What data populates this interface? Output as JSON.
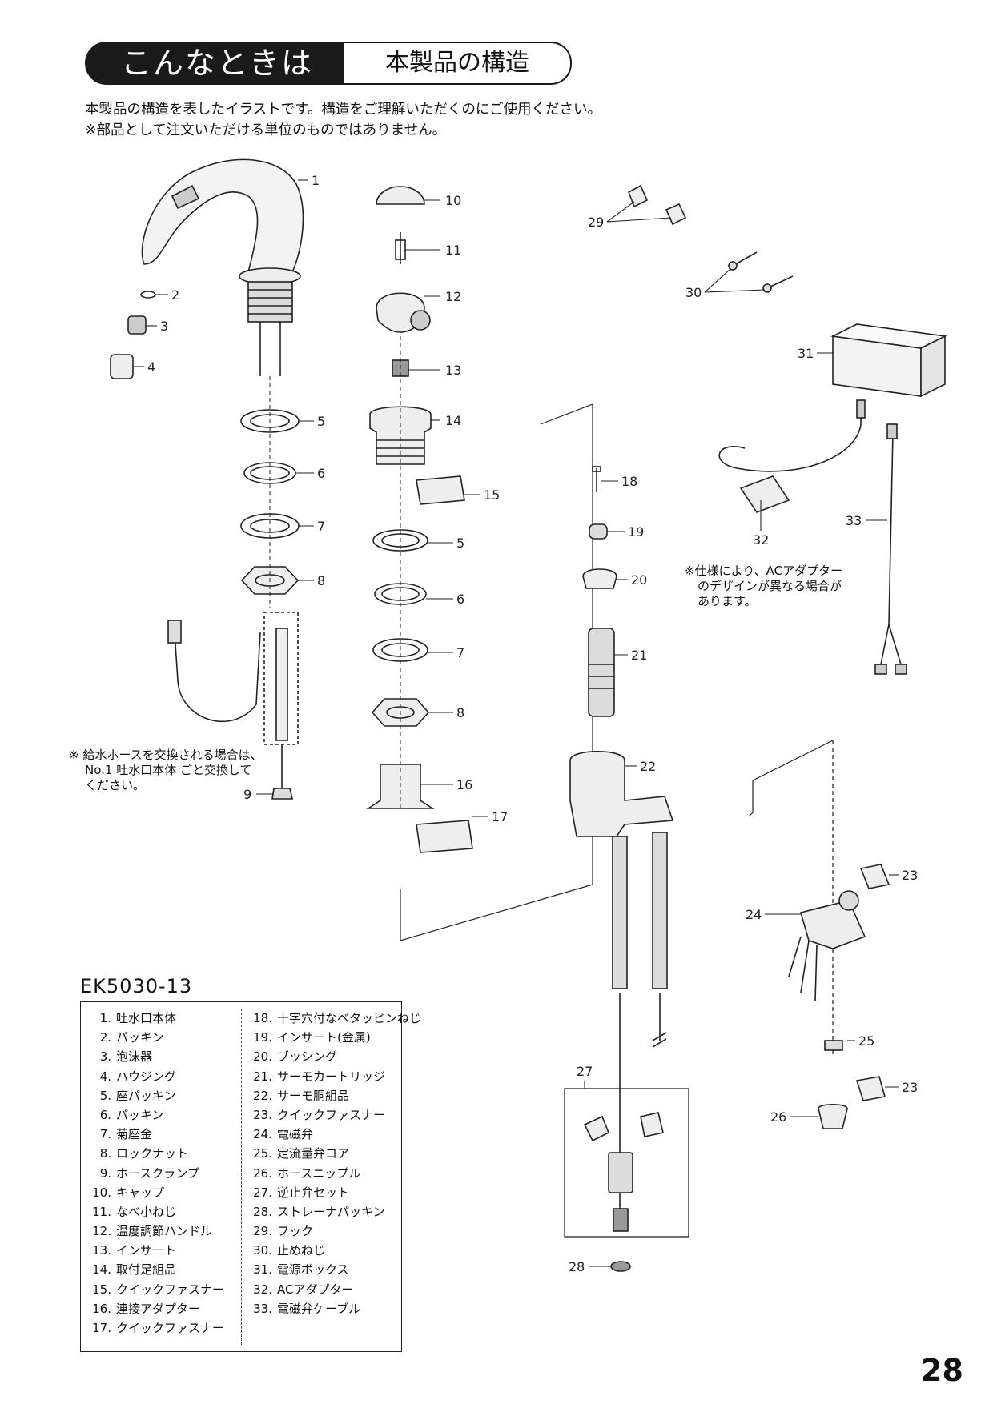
{
  "header": {
    "title": "こんなときは",
    "subtitle": "本製品の構造"
  },
  "intro": {
    "line1": "本製品の構造を表したイラストです。構造をご理解いただくのにご使用ください。",
    "line2": "※部品として注文いただける単位のものではありません。"
  },
  "notes": {
    "hose_line1": "※ 給水ホースを交換される場合は、",
    "hose_line2": "No.1 吐水口本体 ごと交換して",
    "hose_line3": "ください。",
    "adapter_line1": "※仕様により、ACアダプター",
    "adapter_line2": "のデザインが異なる場合が",
    "adapter_line3": "あります。"
  },
  "model": "EK5030-13",
  "callouts": {
    "c1": "1",
    "c2": "2",
    "c3": "3",
    "c4": "4",
    "c5": "5",
    "c6": "6",
    "c7": "7",
    "c8": "8",
    "c9": "9",
    "c10": "10",
    "c11": "11",
    "c12": "12",
    "c13": "13",
    "c14": "14",
    "c15": "15",
    "c16": "16",
    "c17": "17",
    "c18": "18",
    "c19": "19",
    "c20": "20",
    "c21": "21",
    "c22": "22",
    "c23": "23",
    "c24": "24",
    "c25": "25",
    "c26": "26",
    "c27": "27",
    "c28": "28",
    "c29": "29",
    "c30": "30",
    "c31": "31",
    "c32": "32",
    "c33": "33"
  },
  "parts_left": [
    {
      "no": "1.",
      "name": "吐水口本体"
    },
    {
      "no": "2.",
      "name": "パッキン"
    },
    {
      "no": "3.",
      "name": "泡沫器"
    },
    {
      "no": "4.",
      "name": "ハウジング"
    },
    {
      "no": "5.",
      "name": "座パッキン"
    },
    {
      "no": "6.",
      "name": "パッキン"
    },
    {
      "no": "7.",
      "name": "菊座金"
    },
    {
      "no": "8.",
      "name": "ロックナット"
    },
    {
      "no": "9.",
      "name": "ホースクランプ"
    },
    {
      "no": "10.",
      "name": "キャップ"
    },
    {
      "no": "11.",
      "name": "なべ小ねじ"
    },
    {
      "no": "12.",
      "name": "温度調節ハンドル"
    },
    {
      "no": "13.",
      "name": "インサート"
    },
    {
      "no": "14.",
      "name": "取付足組品"
    },
    {
      "no": "15.",
      "name": "クイックファスナー"
    },
    {
      "no": "16.",
      "name": "連接アダプター"
    },
    {
      "no": "17.",
      "name": "クイックファスナー"
    }
  ],
  "parts_right": [
    {
      "no": "18.",
      "name": "十字穴付なベタッピンねじ"
    },
    {
      "no": "19.",
      "name": "インサート(金属)"
    },
    {
      "no": "20.",
      "name": "ブッシング"
    },
    {
      "no": "21.",
      "name": "サーモカートリッジ"
    },
    {
      "no": "22.",
      "name": "サーモ胴組品"
    },
    {
      "no": "23.",
      "name": "クイックファスナー"
    },
    {
      "no": "24.",
      "name": "電磁弁"
    },
    {
      "no": "25.",
      "name": "定流量弁コア"
    },
    {
      "no": "26.",
      "name": "ホースニップル"
    },
    {
      "no": "27.",
      "name": "逆止弁セット"
    },
    {
      "no": "28.",
      "name": "ストレーナパッキン"
    },
    {
      "no": "29.",
      "name": "フック"
    },
    {
      "no": "30.",
      "name": "止めねじ"
    },
    {
      "no": "31.",
      "name": "電源ボックス"
    },
    {
      "no": "32.",
      "name": "ACアダプター"
    },
    {
      "no": "33.",
      "name": "電磁弁ケーブル"
    }
  ],
  "page_number": "28"
}
